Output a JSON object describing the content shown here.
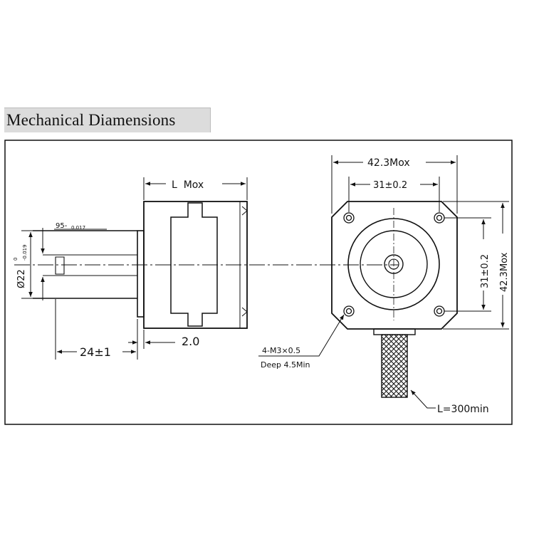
{
  "title": "Mechanical Diamensions",
  "dims": {
    "l_max": "L  Mox",
    "flat": "95-",
    "flat_tol": "0.017",
    "shaft_dia": "Ø22",
    "shaft_tol_upper": "0",
    "shaft_tol_lower": "-0.019",
    "shaft_len": "24±1",
    "flange": "2.0",
    "width_max": "42.3Mox",
    "hole_spacing": "31±0.2",
    "hole_spacing_v": "31±0.2",
    "height_max": "42.3Mox",
    "thread": "4-M3×0.5",
    "depth": "Deep 4.5Min",
    "cable": "L=300min"
  },
  "colors": {
    "line": "#111111",
    "title_bg": "#dcdcdc"
  }
}
